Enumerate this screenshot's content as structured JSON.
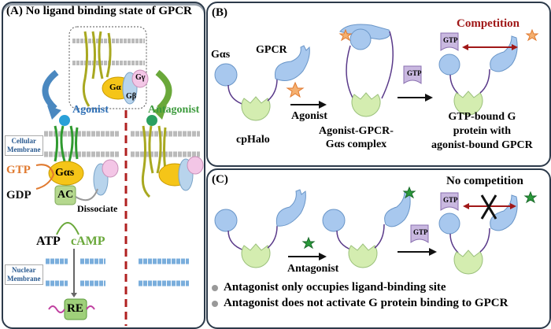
{
  "panelA": {
    "title": "(A) No ligand binding state of GPCR",
    "galpha": "Gα",
    "gbeta": "Gβ",
    "ggamma": "Gγ",
    "agonist": "Agonist",
    "antagonist": "Antagonist",
    "cellular_membrane": [
      "Cellular",
      "Membrane"
    ],
    "gtp": "GTP",
    "gdp": "GDP",
    "galphas": "Gαs",
    "ac": "AC",
    "dissociate": "Dissociate",
    "atp": "ATP",
    "camp": "cAMP",
    "nuclear_membrane": [
      "Nuclear",
      "Membrane"
    ],
    "re": "RE"
  },
  "panelB": {
    "label": "(B)",
    "galphas": "Gαs",
    "gpcr": "GPCR",
    "cphalo": "cpHalo",
    "agonist": "Agonist",
    "complex": [
      "Agonist-GPCR-",
      "Gαs complex"
    ],
    "gtp": "GTP",
    "competition": "Competition",
    "result": [
      "GTP-bound G",
      "protein with",
      "agonist-bound GPCR"
    ]
  },
  "panelC": {
    "label": "(C)",
    "antagonist": "Antagonist",
    "gtp": "GTP",
    "no_competition": "No competition",
    "bullets": [
      "Antagonist only occupies ligand-binding site",
      "Antagonist does not activate G protein binding to GPCR"
    ]
  },
  "colors": {
    "agonist_blue": "#2e6fb5",
    "antagonist_green": "#3c9a3c",
    "gtp_orange": "#e07a30",
    "camp_green": "#6aa83a",
    "competition_red": "#a01818",
    "divider_red": "#b02020"
  }
}
